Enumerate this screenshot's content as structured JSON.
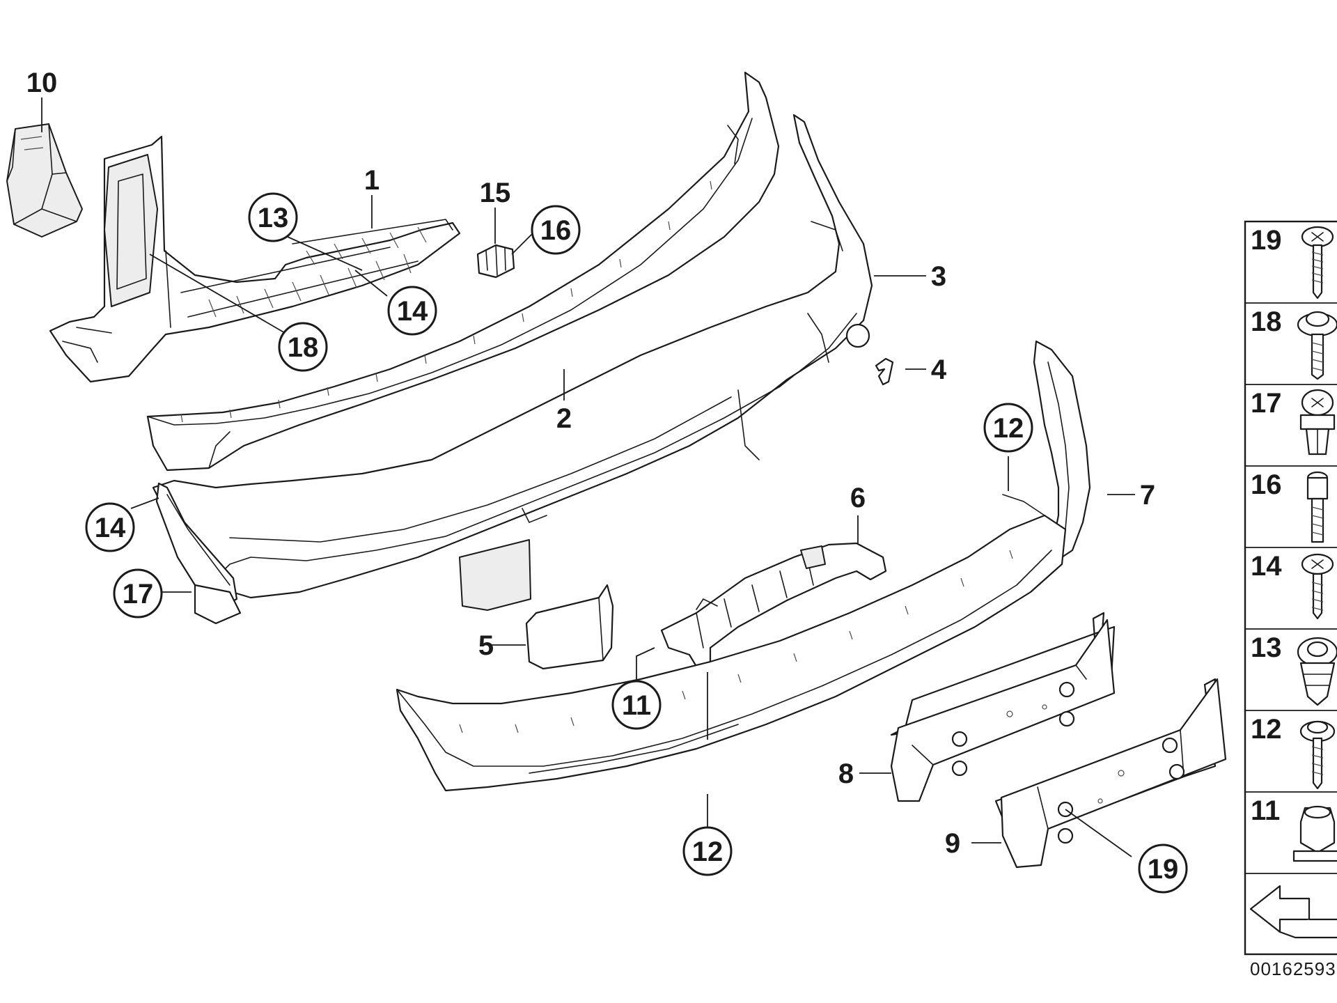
{
  "callouts": {
    "c1": "1",
    "c2": "2",
    "c3": "3",
    "c4": "4",
    "c5": "5",
    "c6": "6",
    "c7": "7",
    "c8": "8",
    "c9": "9",
    "c10": "10",
    "c11": "11",
    "c12a": "12",
    "c12b": "12",
    "c13": "13",
    "c14a": "14",
    "c14b": "14",
    "c15": "15",
    "c16": "16",
    "c17": "17",
    "c18": "18",
    "c19": "19"
  },
  "legend": {
    "items": [
      "19",
      "18",
      "17",
      "16",
      "14",
      "13",
      "12",
      "11"
    ]
  },
  "footer": {
    "code": "00162593"
  }
}
